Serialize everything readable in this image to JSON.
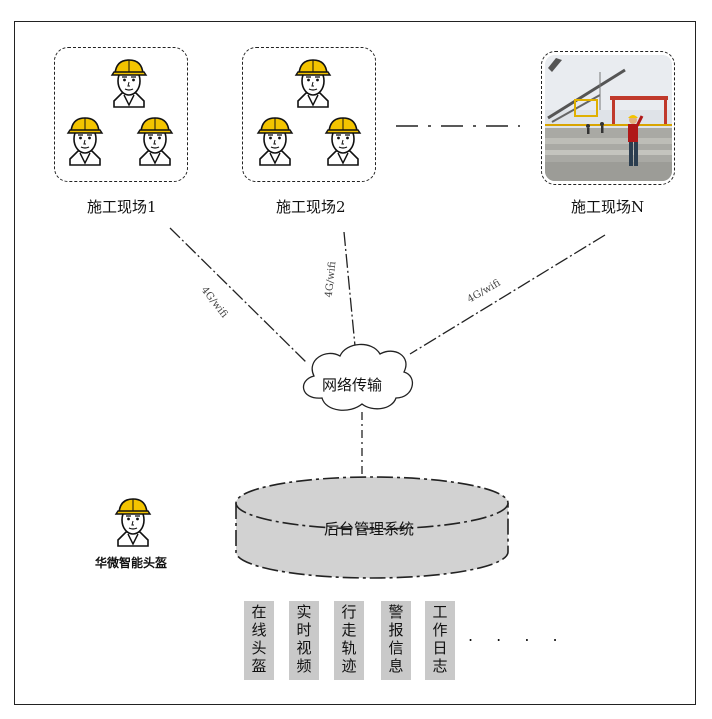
{
  "sites": [
    {
      "label": "施工现场1"
    },
    {
      "label": "施工现场2"
    },
    {
      "label": "施工现场N"
    }
  ],
  "links": [
    {
      "label": "4G/wifi"
    },
    {
      "label": "4G/wifi"
    },
    {
      "label": "4G/wifi"
    }
  ],
  "network": {
    "label": "网络传输"
  },
  "backend": {
    "label": "后台管理系统"
  },
  "legend": {
    "label": "华微智能头盔",
    "icon": "worker-helmet-icon"
  },
  "features": [
    {
      "chars": [
        "在",
        "线",
        "头",
        "盔"
      ]
    },
    {
      "chars": [
        "实",
        "时",
        "视",
        "频"
      ]
    },
    {
      "chars": [
        "行",
        "走",
        "轨",
        "迹"
      ]
    },
    {
      "chars": [
        "警",
        "报",
        "信",
        "息"
      ]
    },
    {
      "chars": [
        "工",
        "作",
        "日",
        "志"
      ]
    }
  ],
  "more": ". . . .",
  "colors": {
    "helmet": "#f3c400",
    "feature_bg": "#c9c9c9",
    "db_fill": "#d2d2d2",
    "line": "#222222"
  }
}
